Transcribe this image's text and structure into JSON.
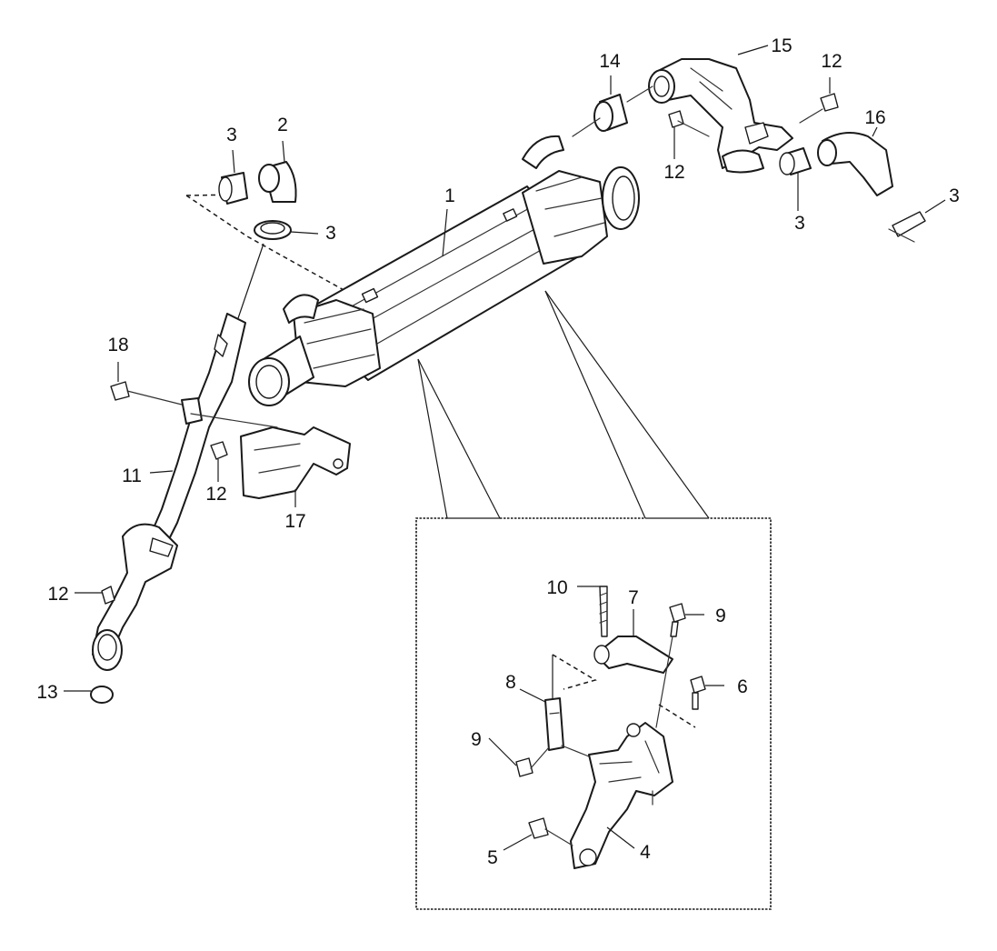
{
  "callouts": {
    "c1": "1",
    "c2": "2",
    "c3a": "3",
    "c3b": "3",
    "c3c": "3",
    "c3d": "3",
    "c4": "4",
    "c5": "5",
    "c6": "6",
    "c7": "7",
    "c8": "8",
    "c9a": "9",
    "c9b": "9",
    "c10": "10",
    "c11": "11",
    "c12a": "12",
    "c12b": "12",
    "c12c": "12",
    "c12d": "12",
    "c13": "13",
    "c14": "14",
    "c15": "15",
    "c16": "16",
    "c17": "17",
    "c18": "18"
  }
}
